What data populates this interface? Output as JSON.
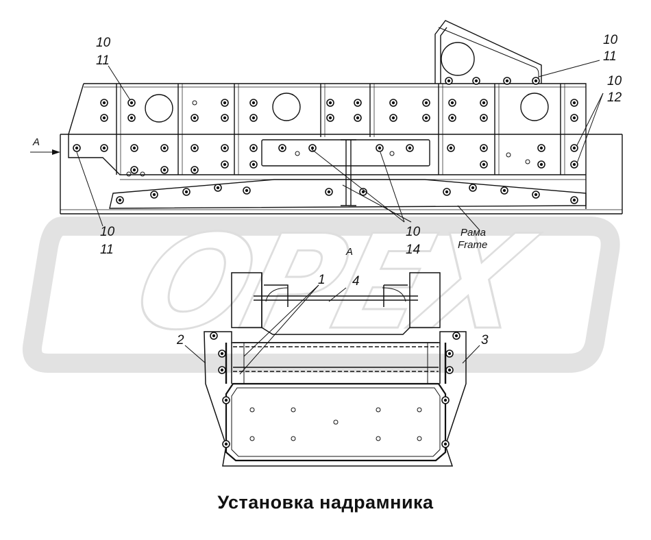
{
  "caption": "Установка надрамника",
  "watermark": "OPEX",
  "view_labels": {
    "top_arrow": "A",
    "section": "A"
  },
  "frame_label": {
    "ru": "Рама",
    "en": "Frame"
  },
  "callouts": {
    "top_left": [
      "10",
      "11"
    ],
    "top_right": [
      "10",
      "11"
    ],
    "right": [
      "10",
      "12"
    ],
    "bottom_left": [
      "10",
      "11"
    ],
    "bottom_middle": [
      "10",
      "14"
    ],
    "item_1": "1",
    "item_2": "2",
    "item_3": "3",
    "item_4": "4"
  },
  "colors": {
    "line": "#1a1a1a",
    "watermark": "#dcdcdc"
  }
}
